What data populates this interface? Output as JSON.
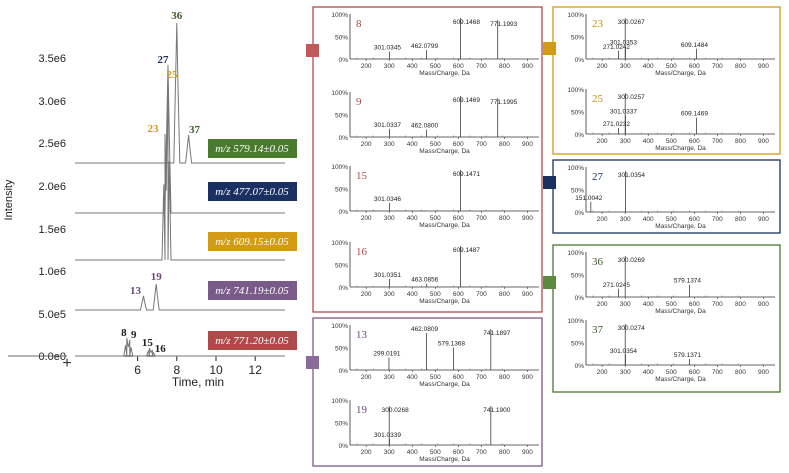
{
  "chromatogram": {
    "y_axis_label": "Intensity",
    "x_axis_label": "Time, min",
    "y_ticks": [
      "0.0e0",
      "5.0e5",
      "1.0e6",
      "1.5e6",
      "2.0e6",
      "2.5e6",
      "3.0e6",
      "3.5e6"
    ],
    "x_ticks": [
      "6",
      "8",
      "10",
      "12"
    ],
    "traces": [
      {
        "label": "m/z 579.14±0.05",
        "color": "#4a7a2e",
        "peaks": [
          {
            "id": "36",
            "time": 8.0,
            "color": "#3e5a2a"
          },
          {
            "id": "37",
            "time": 8.6,
            "color": "#3e5a2a"
          }
        ]
      },
      {
        "label": "m/z 477.07±0.05",
        "color": "#1a3063",
        "peaks": [
          {
            "id": "27",
            "time": 7.55,
            "color": "#1a3063"
          }
        ]
      },
      {
        "label": "m/z 609.15±0.05",
        "color": "#d39a14",
        "peaks": [
          {
            "id": "23",
            "time": 7.4,
            "color": "#d39a14"
          },
          {
            "id": "25",
            "time": 7.55,
            "color": "#d39a14"
          }
        ]
      },
      {
        "label": "m/z 741.19±0.05",
        "color": "#7a5a88",
        "peaks": [
          {
            "id": "13",
            "time": 6.3,
            "color": "#6a4a7a"
          },
          {
            "id": "19",
            "time": 6.95,
            "color": "#6a4a7a"
          }
        ]
      },
      {
        "label": "m/z 771.20±0.05",
        "color": "#b04a4a",
        "peaks": [
          {
            "id": "8",
            "time": 5.45,
            "color": "#222222"
          },
          {
            "id": "9",
            "time": 5.6,
            "color": "#222222"
          },
          {
            "id": "15",
            "time": 6.6,
            "color": "#222222"
          },
          {
            "id": "16",
            "time": 6.75,
            "color": "#222222"
          }
        ]
      }
    ]
  },
  "ms_axis": {
    "x_label": "Mass/Charge, Da",
    "x_ticks": [
      "200",
      "300",
      "400",
      "500",
      "600",
      "700",
      "800",
      "900"
    ],
    "y_ticks": [
      "100%",
      "50%",
      "0%"
    ]
  },
  "groups": [
    {
      "name": "771",
      "color": "#b04a4a",
      "marker_color": "#c05a5a"
    },
    {
      "name": "741",
      "color": "#7a5a88",
      "marker_color": "#8a6a98"
    },
    {
      "name": "609",
      "color": "#d39a14",
      "marker_color": "#d39a14"
    },
    {
      "name": "477",
      "color": "#1a3063",
      "marker_color": "#1a3063"
    },
    {
      "name": "579",
      "color": "#4a7a2e",
      "marker_color": "#5a8a3e"
    }
  ],
  "spectra": [
    {
      "id": "8",
      "color": "#b04a4a",
      "labels": [
        "301.0345",
        "462.0799",
        "609.1468",
        "771.1993"
      ]
    },
    {
      "id": "9",
      "color": "#b04a4a",
      "labels": [
        "301.0337",
        "462.0800",
        "609.1469",
        "771.1995"
      ]
    },
    {
      "id": "15",
      "color": "#b04a4a",
      "labels": [
        "301.0346",
        "609.1471"
      ]
    },
    {
      "id": "16",
      "color": "#b04a4a",
      "labels": [
        "301.0351",
        "463.0856",
        "609.1487"
      ]
    },
    {
      "id": "13",
      "color": "#6a4a7a",
      "labels": [
        "299.0191",
        "462.0809",
        "579.1368",
        "741.1897"
      ]
    },
    {
      "id": "19",
      "color": "#6a4a7a",
      "labels": [
        "301.0339",
        "300.0268",
        "741.1900"
      ]
    },
    {
      "id": "23",
      "color": "#c8900a",
      "labels": [
        "301.0353",
        "271.0242",
        "300.0267",
        "609.1484"
      ]
    },
    {
      "id": "25",
      "color": "#c8900a",
      "labels": [
        "301.0337",
        "271.0232",
        "300.0257",
        "609.1469"
      ]
    },
    {
      "id": "27",
      "color": "#1a3063",
      "labels": [
        "151.0042",
        "301.0354"
      ]
    },
    {
      "id": "36",
      "color": "#3e5a2a",
      "labels": [
        "271.0245",
        "300.0269",
        "579.1374"
      ]
    },
    {
      "id": "37",
      "color": "#3e5a2a",
      "labels": [
        "301.0354",
        "300.0274",
        "579.1371"
      ]
    }
  ]
}
